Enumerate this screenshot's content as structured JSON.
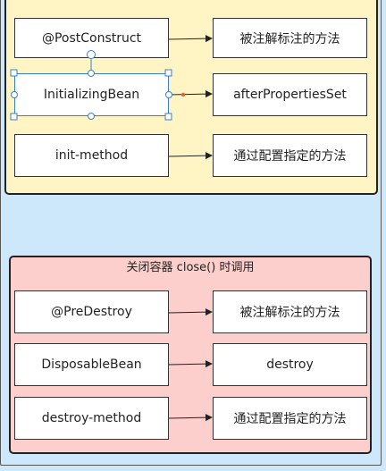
{
  "init_group": {
    "title": "init",
    "rows": [
      {
        "left": "@PostConstruct",
        "right": "被注解标注的方法"
      },
      {
        "left": "InitializingBean",
        "right": "afterPropertiesSet"
      },
      {
        "left": "init-method",
        "right": "通过配置指定的方法"
      }
    ]
  },
  "destroy_group": {
    "title": "关闭容器 close() 时调用",
    "rows": [
      {
        "left": "@PreDestroy",
        "right": "被注解标注的方法"
      },
      {
        "left": "DisposableBean",
        "right": "destroy"
      },
      {
        "left": "destroy-method",
        "right": "通过配置指定的方法"
      }
    ]
  },
  "colors": {
    "canvas": "#cde8fb",
    "init_fill": "#fff5c4",
    "destroy_fill": "#fccfcc",
    "selection": "#3a7fc6",
    "connector_dot": "#e0663a"
  }
}
